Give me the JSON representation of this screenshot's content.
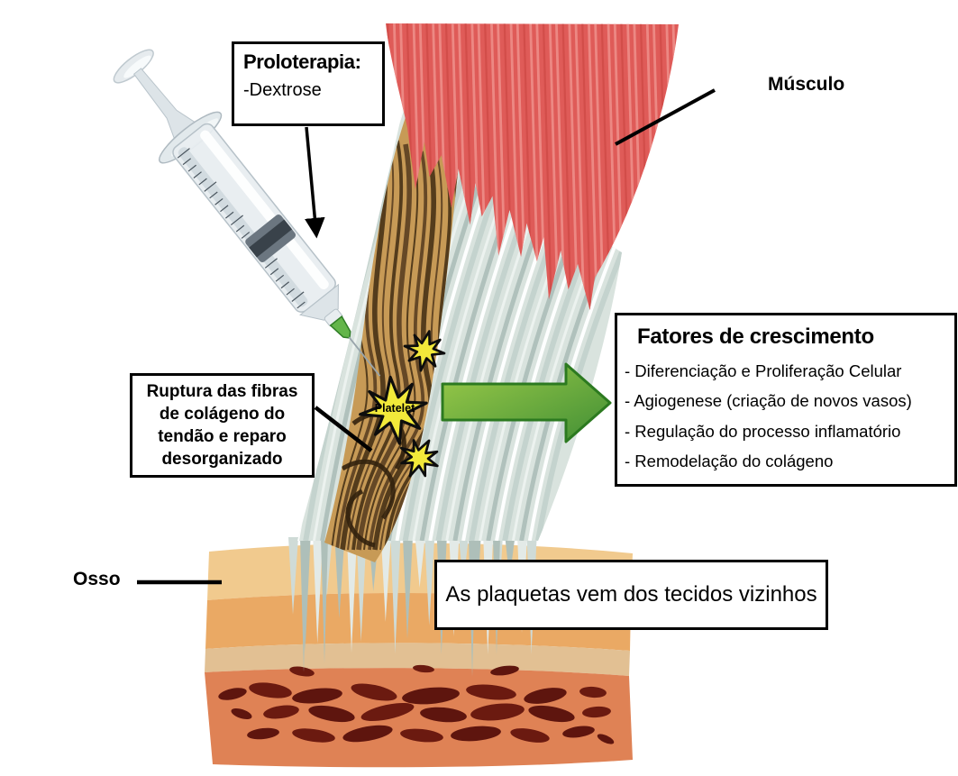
{
  "labels": {
    "musculo": "Músculo",
    "osso": "Osso",
    "platelet": "Platelet"
  },
  "boxes": {
    "proloterapia": {
      "title": "Proloterapia:",
      "item": "-Dextrose"
    },
    "ruptura": {
      "lines": [
        "Ruptura das fibras",
        "de colágeno do",
        "tendão e reparo",
        "desorganizado"
      ]
    },
    "fatores": {
      "title": "Fatores de crescimento",
      "items": [
        "- Diferenciação e Proliferação Celular",
        "- Agiogenese (criação de novos vasos)",
        "- Regulação do processo inflamatório",
        "- Remodelação do colágeno"
      ]
    },
    "plaquetas": {
      "text": "As plaquetas vem dos tecidos vizinhos"
    }
  },
  "colors": {
    "muscle": "#df5b58",
    "muscle_striation_light": "#ee8d89",
    "muscle_striation_dark": "#d14c49",
    "tendon": "#d9e3de",
    "tendon_dark": "#aebfb9",
    "tendon_light": "#ffffff",
    "damaged_tan": "#c79a56",
    "damaged_fiber": "#4c3415",
    "bone_layer_top": "#f1ca8e",
    "bone_layer_orange": "#eaa964",
    "bone_layer_pale": "#e2c093",
    "bone_layer_salmon": "#df8255",
    "marrow": "#6b1a10",
    "platelet_yellow": "#f2e93a",
    "arrow_green_light": "#9ccb49",
    "arrow_green_dark": "#418f35",
    "arrow_green_border": "#2c7a20",
    "outline_black": "#000000"
  }
}
